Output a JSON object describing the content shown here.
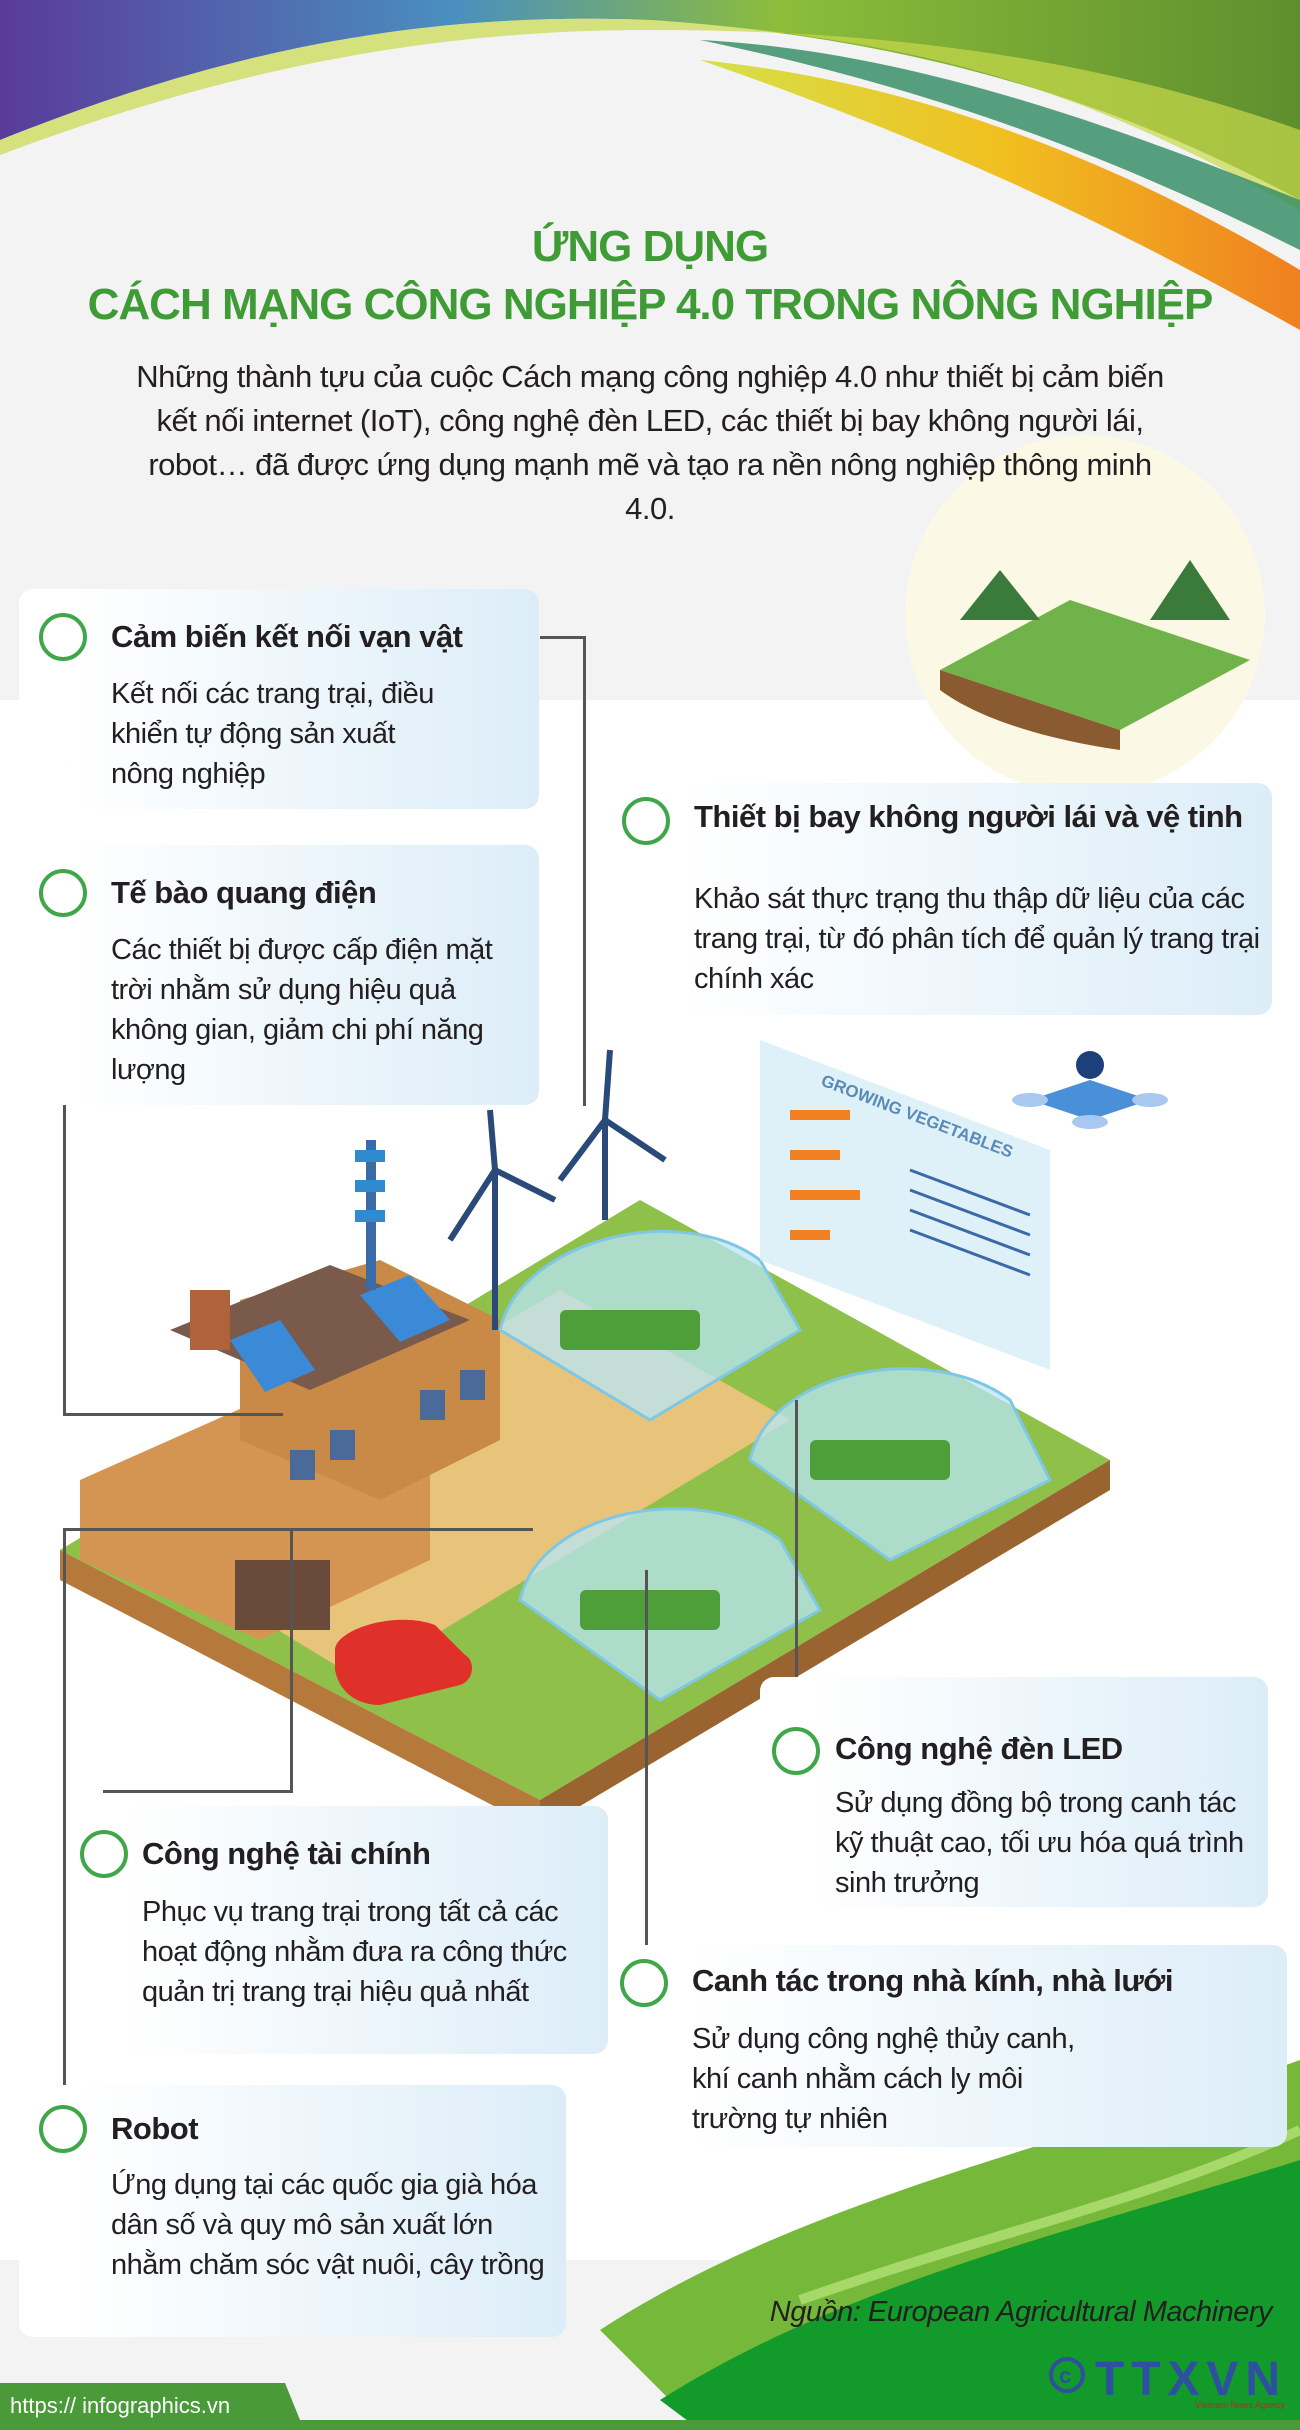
{
  "header": {
    "title_line1": "ỨNG DỤNG",
    "title_line2": "CÁCH MẠNG CÔNG NGHIỆP 4.0 TRONG NÔNG NGHIỆP",
    "intro": "Những thành tựu của cuộc Cách mạng công nghiệp 4.0 như thiết bị cảm biến kết nối internet (IoT), công nghệ đèn LED, các thiết bị bay không người lái, robot… đã được ứng dụng mạnh mẽ và tạo ra nền nông nghiệp thông minh 4.0."
  },
  "cards": [
    {
      "title": "Cảm biến kết nối vạn vật",
      "text": "Kết nối các trang trại, điều khiển tự động sản xuất nông nghiệp"
    },
    {
      "title": "Tế bào quang điện",
      "text": "Các thiết bị được cấp điện mặt trời nhằm sử dụng hiệu quả không gian, giảm chi phí năng lượng"
    },
    {
      "title": "Thiết bị bay không người lái và vệ tinh",
      "text": "Khảo sát thực trạng thu thập dữ liệu của các trang trại, từ đó phân tích để quản lý trang trại chính xác"
    },
    {
      "title": "Công nghệ đèn LED",
      "text": "Sử dụng đồng bộ trong canh tác kỹ thuật cao, tối ưu hóa quá trình sinh trưởng"
    },
    {
      "title": "Công nghệ tài chính",
      "text": "Phục vụ trang trại trong tất cả các hoạt động nhằm đưa ra công thức quản trị trang trại hiệu quả nhất"
    },
    {
      "title": "Canh tác trong nhà kính, nhà lưới",
      "text": "Sử dụng công nghệ thủy canh, khí canh nhằm cách ly môi trường tự nhiên"
    },
    {
      "title": "Robot",
      "text": "Ứng dụng tại các quốc gia già hóa dân số và quy mô sản xuất lớn nhằm chăm sóc vật nuôi, cây trồng"
    }
  ],
  "illustration": {
    "screen_label": "GROWING VEGETABLES"
  },
  "footer": {
    "source": "Nguồn: European Agricultural Machinery",
    "url": "https:// infographics.vn",
    "logo_text": "TTXVN",
    "logo_sub": "Vietnam News Agency"
  },
  "colors": {
    "title_green": "#3f9b35",
    "circle_green": "#3fa64a",
    "footer_green": "#4a9a3a",
    "logo_blue": "#2f4fa0"
  }
}
